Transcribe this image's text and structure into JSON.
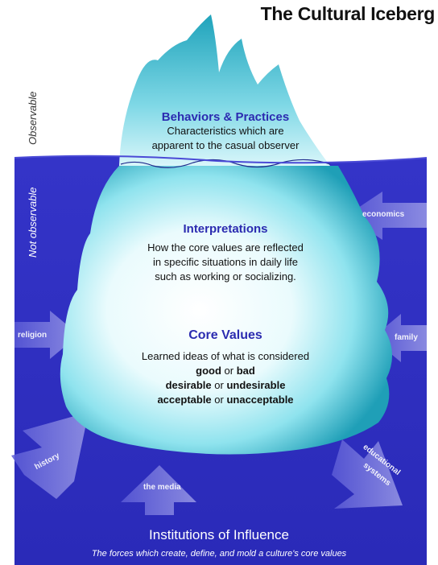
{
  "title": "The Cultural Iceberg",
  "side_labels": {
    "observable": "Observable",
    "not_observable": "Not observable"
  },
  "tiers": {
    "behaviors": {
      "heading": "Behaviors & Practices",
      "lines": [
        "Characteristics which are",
        "apparent to the casual observer"
      ]
    },
    "interpretations": {
      "heading": "Interpretations",
      "lines": [
        "How the core values are reflected",
        "in specific situations in daily life",
        "such as working or socializing."
      ]
    },
    "core_values": {
      "heading": "Core Values",
      "intro": "Learned ideas of what is considered",
      "pair1_a": "good",
      "pair1_or": " or ",
      "pair1_b": "bad",
      "pair2_a": "desirable",
      "pair2_or": " or ",
      "pair2_b": "undesirable",
      "pair3_a": "acceptable",
      "pair3_or": " or ",
      "pair3_b": "unacceptable"
    }
  },
  "influences": [
    "economics",
    "religion",
    "family",
    "history",
    "educational systems",
    "the media"
  ],
  "influence_labels": {
    "economics": "economics",
    "religion": "religion",
    "family": "family",
    "history": "history",
    "educational_1": "educational",
    "educational_2": "systems",
    "the_media": "the media"
  },
  "footer": {
    "title": "Institutions of Influence",
    "subtitle": "The forces which create, define, and mold a culture's core values"
  },
  "colors": {
    "water": "#2e2ec2",
    "water_light": "#5a5ad8",
    "ice_light": "#ffffff",
    "ice_mid": "#8fe3ee",
    "ice_dark": "#1f9fb7",
    "heading": "#2b2bb0",
    "arrow": "#7f7fdc"
  }
}
